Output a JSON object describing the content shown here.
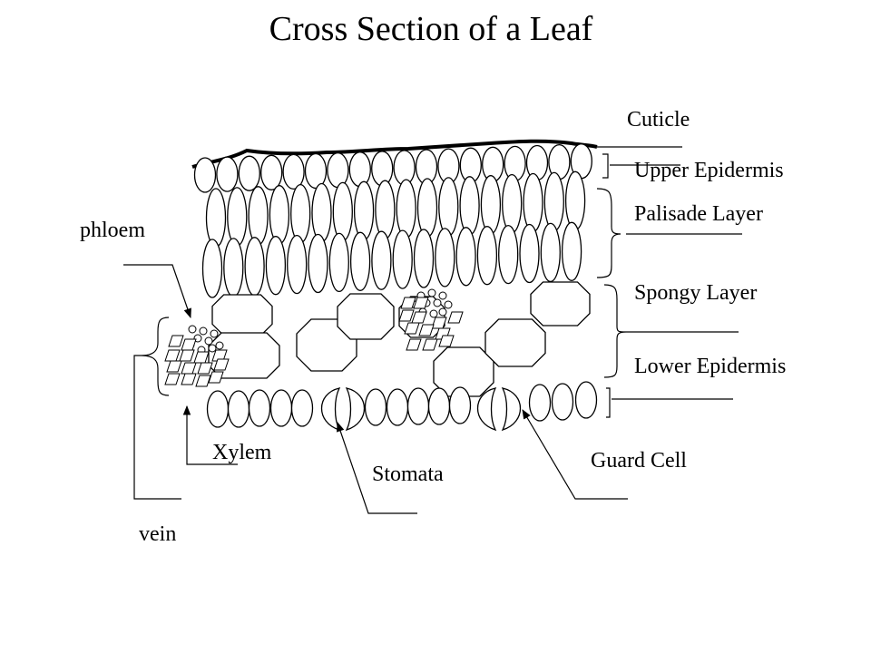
{
  "title": "Cross Section of a Leaf",
  "labels": {
    "cuticle": "Cuticle",
    "upper_epidermis": "Upper Epidermis",
    "palisade_layer": "Palisade Layer",
    "spongy_layer": "Spongy Layer",
    "lower_epidermis": "Lower Epidermis",
    "phloem": "phloem",
    "xylem": "Xylem",
    "stomata": "Stomata",
    "guard_cell": "Guard Cell",
    "vein": "vein"
  }
}
